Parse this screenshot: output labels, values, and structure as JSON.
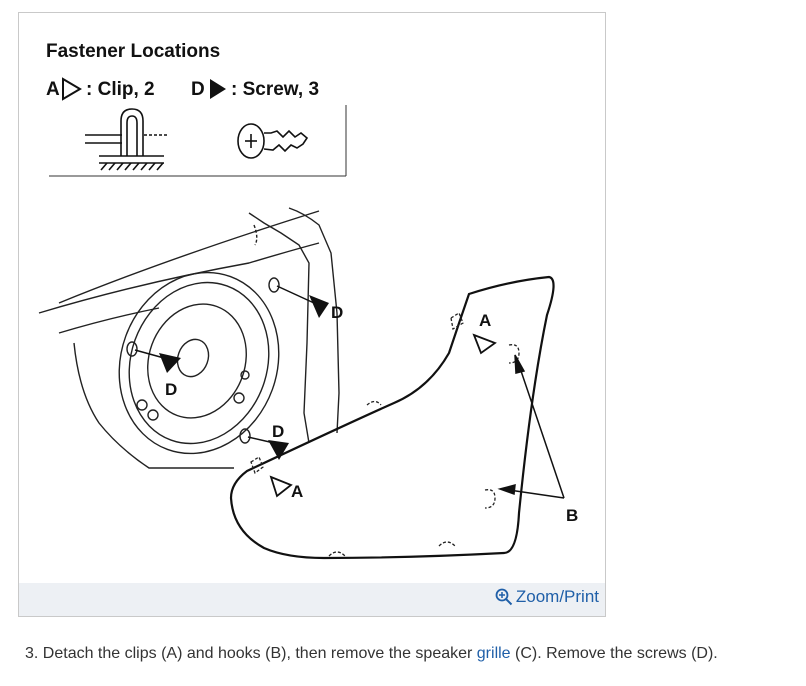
{
  "figure": {
    "legend": {
      "title": "Fastener Locations",
      "clip_letter": "A",
      "clip_text": ": Clip, 2",
      "screw_letter": "D",
      "screw_text": ": Screw, 3"
    },
    "callouts": {
      "a_upper": "A",
      "a_lower": "A",
      "b": "B",
      "d_upper": "D",
      "d_left": "D",
      "d_lower": "D"
    },
    "zoom_label": "Zoom/Print"
  },
  "step": {
    "before": "3. Detach the clips (A) and hooks (B), then remove the speaker ",
    "link": "grille",
    "after": " (C). Remove the screws (D)."
  },
  "colors": {
    "link": "#1f5fa8",
    "footer_bg": "#edf0f4",
    "frame_border": "#c9c9c9"
  }
}
